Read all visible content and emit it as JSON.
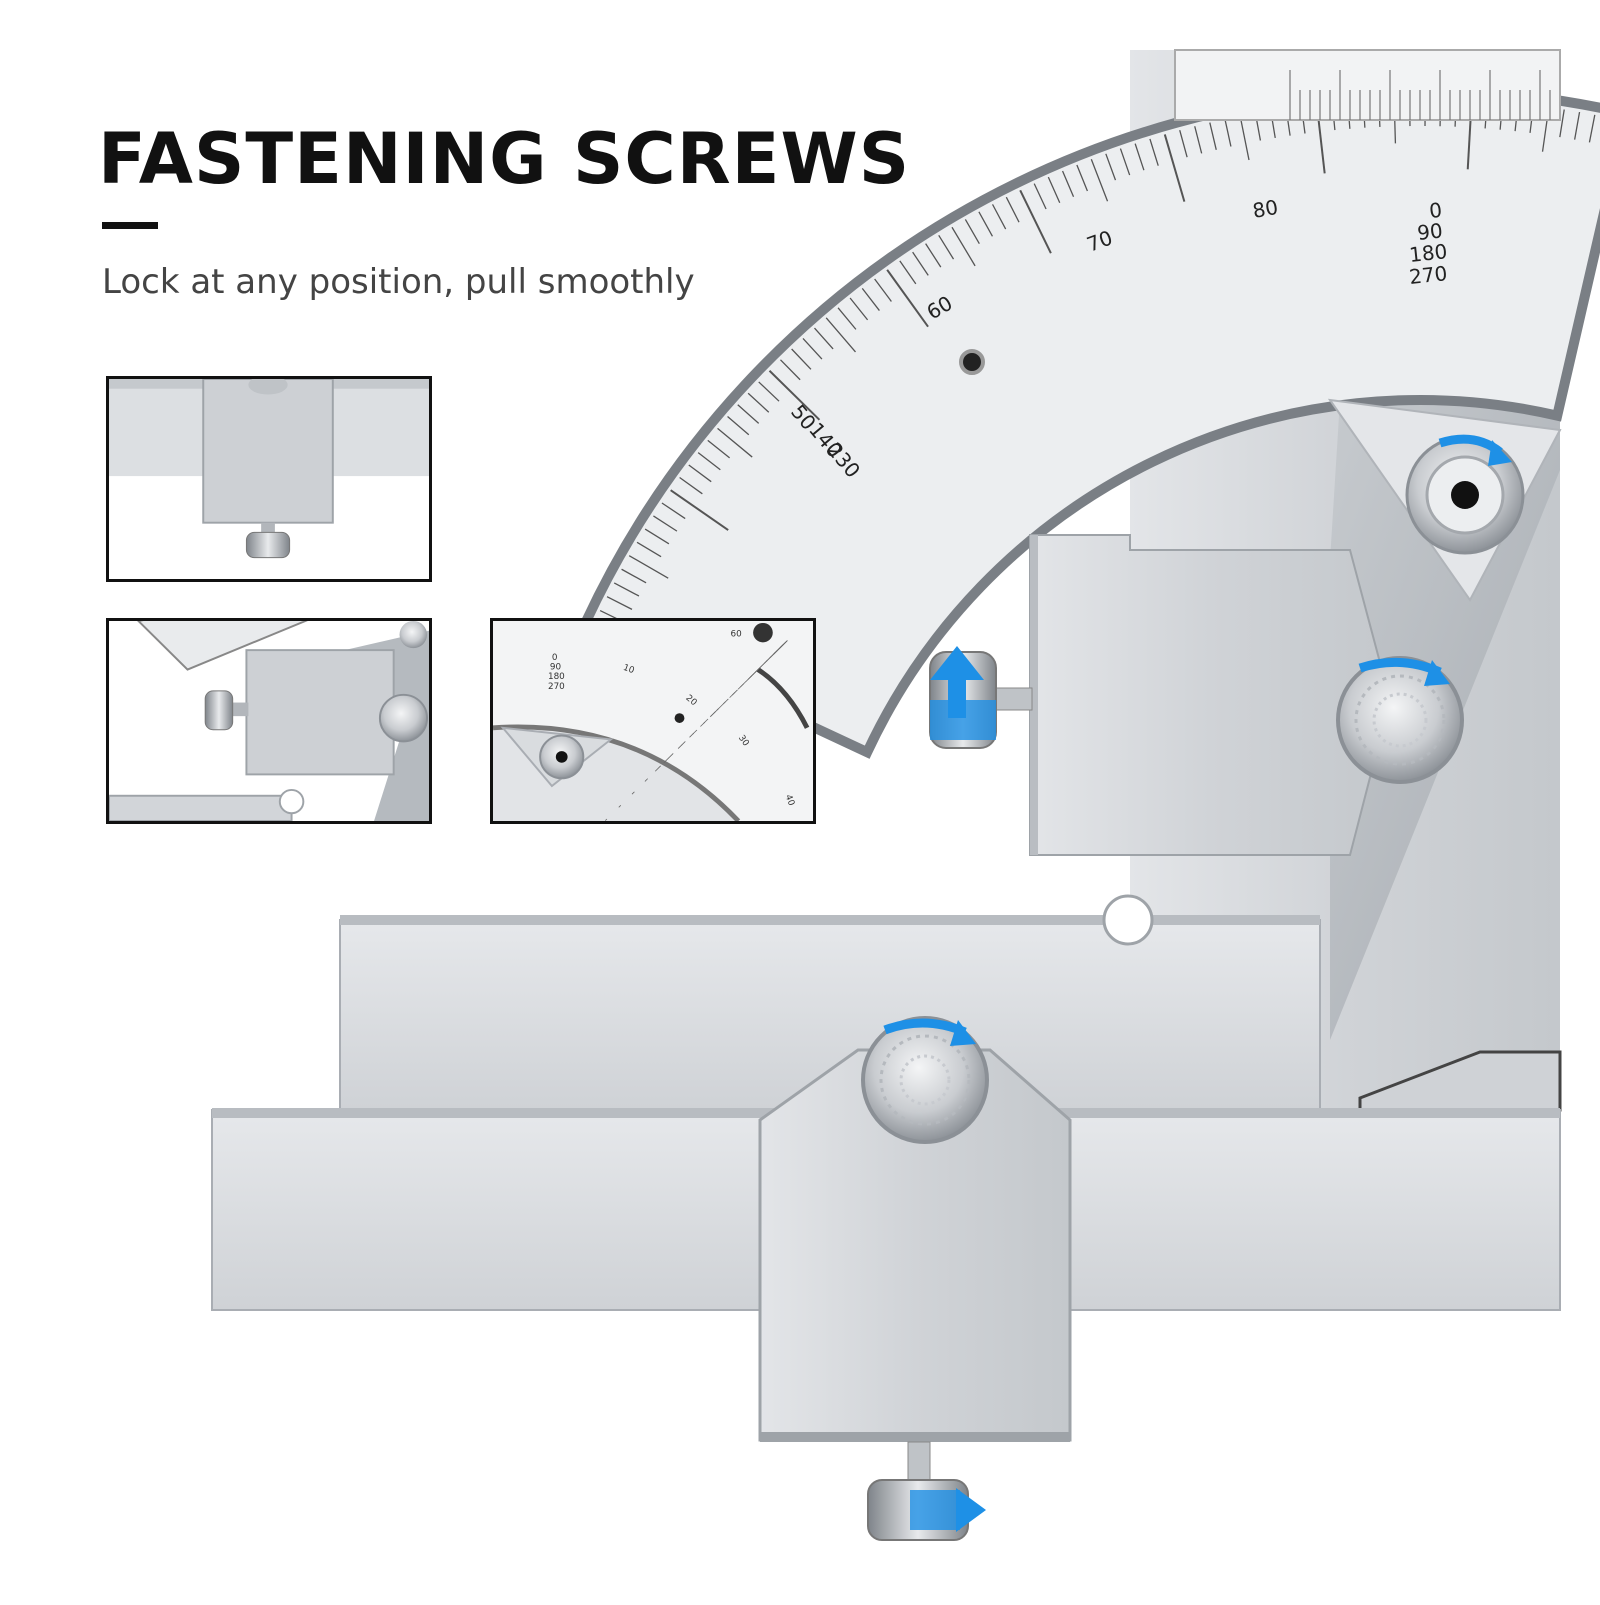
{
  "heading": {
    "title": "FASTENING SCREWS",
    "subtitle": "Lock at any position, pull smoothly"
  },
  "protractor_scale": {
    "labels": {
      "s50": "50",
      "s140": "140",
      "s230": "230",
      "s60": "60",
      "s70": "70",
      "s80": "80",
      "s0": "0",
      "s90": "90",
      "s180": "180",
      "s270": "270"
    }
  },
  "inset_scale": {
    "labels": {
      "i0": "0",
      "i90": "90",
      "i180": "180",
      "i270": "270",
      "i10": "10",
      "i20": "20",
      "i30": "30",
      "i40": "40",
      "i60": "60"
    }
  },
  "colors": {
    "arrow": "#1e90e6",
    "steel": "#d4d6d9",
    "steel_dark": "#a9adb3",
    "text": "#111111"
  }
}
